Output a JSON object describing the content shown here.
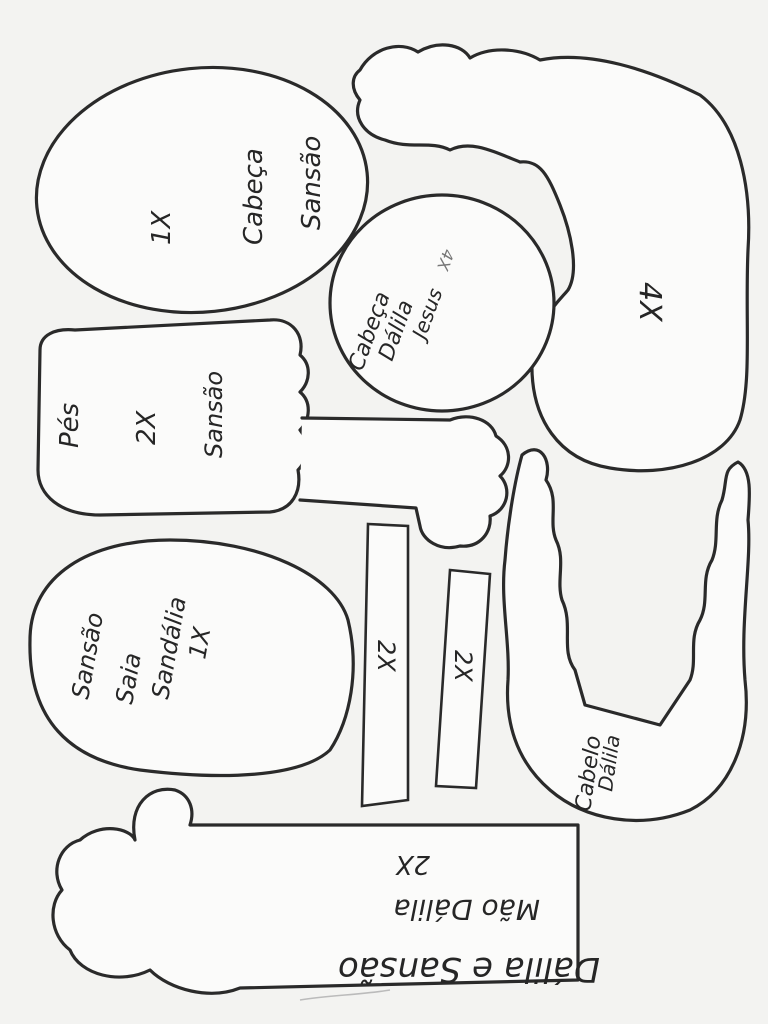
{
  "title": "Dálila e Sansão",
  "pieces": {
    "cabeca_sansao": {
      "count": "1X",
      "line1": "Cabeça",
      "line2": "Sansão"
    },
    "cabelo_4x": {
      "count": "4X"
    },
    "cabeca_dalila": {
      "line1": "Cabeça",
      "line2": "Dálila",
      "line3": "Jesus",
      "count": "4X"
    },
    "pes": {
      "line1": "Pés",
      "count": "2X",
      "line2": "Sansão"
    },
    "saia": {
      "line1": "Sansão",
      "line2": "Saia",
      "line3": "Sandália",
      "count": "1X"
    },
    "tira_1": {
      "count": "2X"
    },
    "tira_2": {
      "count": "2X"
    },
    "cabelo_dalila": {
      "line1": "Cabelo",
      "line2": "Dálila"
    },
    "mao": {
      "line1": "Mão Dálila",
      "count": "2X"
    }
  },
  "colors": {
    "paper": "#fbfbfa",
    "ink": "#262626"
  }
}
